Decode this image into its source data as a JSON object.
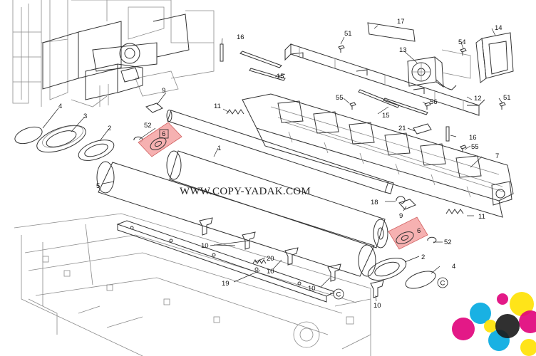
{
  "watermark": "WWW.COPY-YADAK.COM",
  "callouts": {
    "c1": "1",
    "c2a": "2",
    "c2b": "2",
    "c3": "3",
    "c4a": "4",
    "c4b": "4",
    "c5": "5",
    "c6a": "6",
    "c6b": "6",
    "c7": "7",
    "c9a": "9",
    "c9b": "9",
    "c10a": "10",
    "c10b": "10",
    "c10c": "10",
    "c10d": "10",
    "c11a": "11",
    "c11b": "11",
    "c12": "12",
    "c13": "13",
    "c14": "14",
    "c15a": "15",
    "c15b": "15",
    "c16a": "16",
    "c16b": "16",
    "c17": "17",
    "c18": "18",
    "c19": "19",
    "c20": "20",
    "c21": "21",
    "c51a": "51",
    "c51b": "51",
    "c52a": "52",
    "c52b": "52",
    "c54": "54",
    "c55a": "55",
    "c55b": "55",
    "c56": "56",
    "cCa": "C",
    "cCb": "C"
  },
  "colors": {
    "highlight": "#f4a3a3",
    "highlight_stroke": "#d06060",
    "logo_cyan": "#00a8e0",
    "logo_magenta": "#e0007a",
    "logo_yellow": "#ffe100",
    "logo_black": "#1a1a1a"
  }
}
